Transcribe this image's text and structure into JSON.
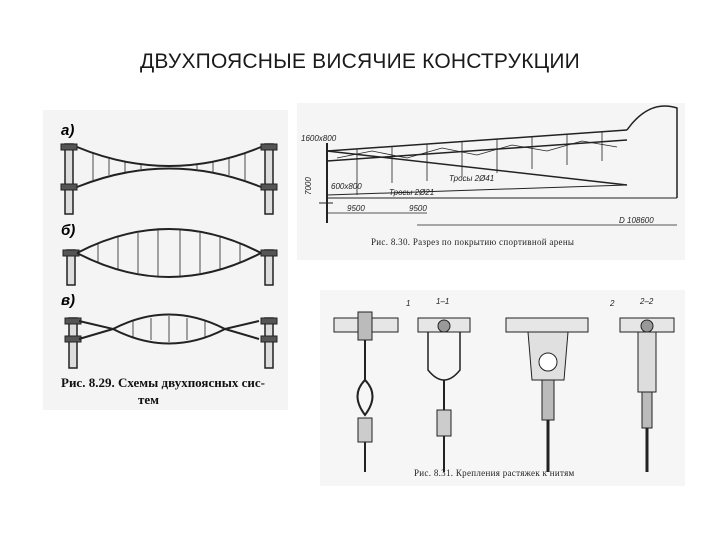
{
  "slide": {
    "title": "ДВУХПОЯСНЫЕ ВИСЯЧИЕ  КОНСТРУКЦИИ"
  },
  "figure_left": {
    "labels": [
      "а)",
      "б)",
      "в)"
    ],
    "caption_line1": "Рис. 8.29. Схемы двухпоясных сис-",
    "caption_line2": "тем"
  },
  "figure_top": {
    "dim_top": "1600х800",
    "dim_mid": "600х800",
    "dim_vert": "7000",
    "cable_upper": "Тросы 2Ø41",
    "cable_lower": "Тросы 2Ø21",
    "span_1": "9500",
    "span_2": "9500",
    "diameter": "D 108600",
    "caption": "Рис. 8.30. Разрез по покрытию спортивной арены"
  },
  "figure_bottom": {
    "section_labels": [
      "1",
      "1–1",
      "2",
      "2–2"
    ],
    "caption": "Рис. 8.31. Крепления растяжек к нитям"
  }
}
